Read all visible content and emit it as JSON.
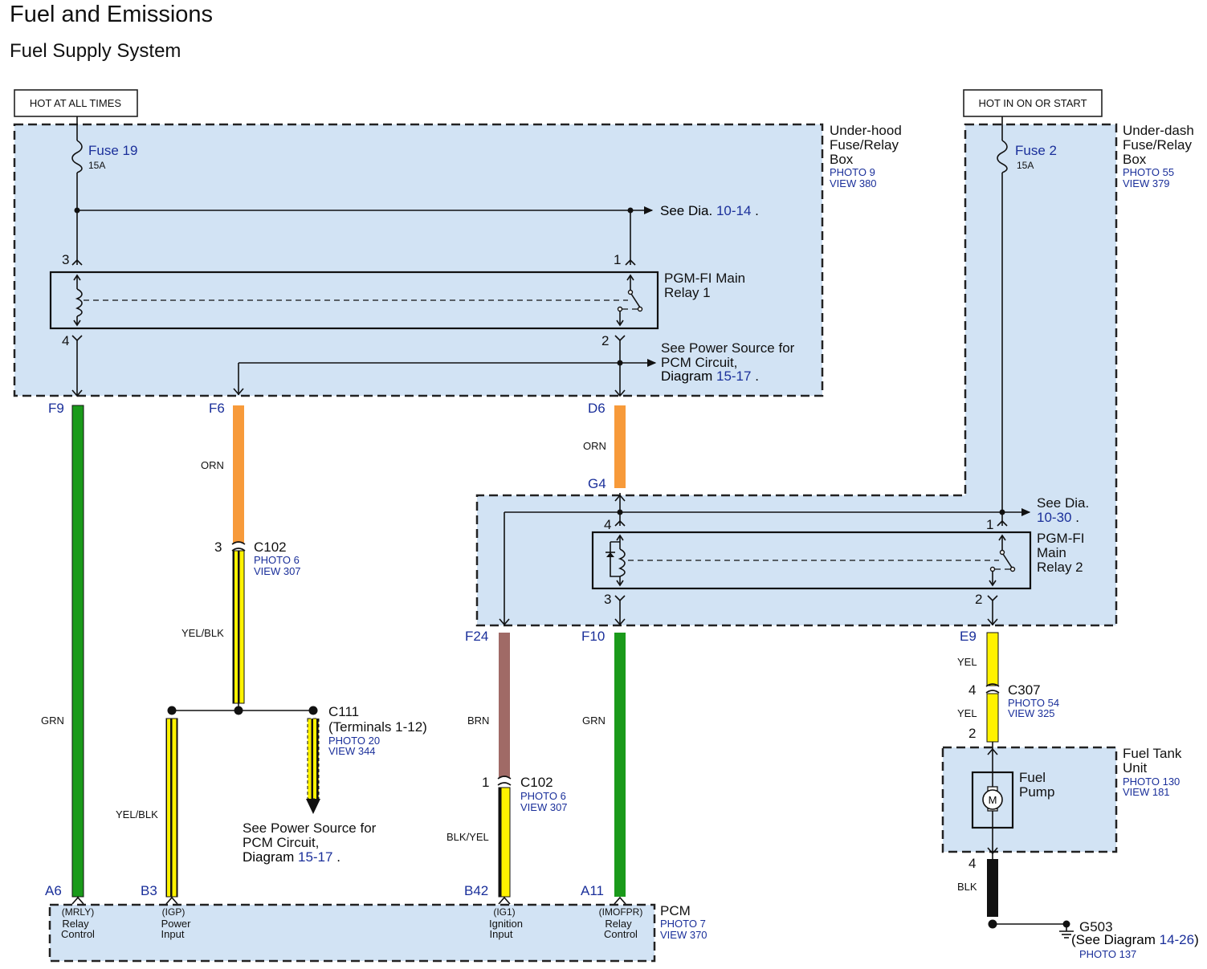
{
  "header": {
    "title": "Fuel and Emissions",
    "subtitle": "Fuel Supply System"
  },
  "power_labels": {
    "left": "HOT AT ALL TIMES",
    "right": "HOT IN ON OR START"
  },
  "underhood_box": {
    "name_lines": [
      "Under-hood",
      "Fuse/Relay",
      "Box"
    ],
    "photo": "PHOTO 9",
    "view": "VIEW 380",
    "fuse": {
      "name": "Fuse 19",
      "rating": "15A"
    },
    "see_dia_prefix": "See Dia.",
    "see_dia_ref": "10-14",
    "relay": {
      "name_lines": [
        "PGM-FI Main",
        "Relay 1"
      ],
      "pins": [
        "3",
        "1",
        "4",
        "2"
      ]
    },
    "power_source_lines": [
      "See Power Source for",
      "PCM Circuit,",
      "Diagram"
    ],
    "power_source_ref": "15-17"
  },
  "underdash_box": {
    "name_lines": [
      "Under-dash",
      "Fuse/Relay",
      "Box"
    ],
    "photo": "PHOTO 55",
    "view": "VIEW 379",
    "fuse": {
      "name": "Fuse 2",
      "rating": "15A"
    },
    "see_dia_prefix": "See Dia.",
    "see_dia_ref": "10-30",
    "relay": {
      "name_lines": [
        "PGM-FI",
        "Main",
        "Relay 2"
      ],
      "pins": [
        "4",
        "1",
        "3",
        "2"
      ]
    }
  },
  "terminals": {
    "F9": "F9",
    "F6": "F6",
    "D6": "D6",
    "G4": "G4",
    "F24": "F24",
    "F10": "F10",
    "E9": "E9",
    "A6": "A6",
    "B3": "B3",
    "B42": "B42",
    "A11": "A11"
  },
  "wire_colors": {
    "F6": "ORN",
    "D6": "ORN",
    "C102_B3": "YEL/BLK",
    "A6": "GRN",
    "B3": "YEL/BLK",
    "F24": "BRN",
    "B42": "BLK/YEL",
    "F10": "GRN",
    "E9": "YEL",
    "C307_pump": "YEL",
    "ground": "BLK"
  },
  "connectors": {
    "c102_left": {
      "name": "C102",
      "pin": "3",
      "photo": "PHOTO 6",
      "view": "VIEW 307"
    },
    "c111": {
      "name": "C111",
      "detail": "(Terminals 1-12)",
      "photo": "PHOTO 20",
      "view": "VIEW 344"
    },
    "c102_right": {
      "name": "C102",
      "pin": "1",
      "photo": "PHOTO 6",
      "view": "VIEW 307"
    },
    "c307": {
      "name": "C307",
      "pin_top": "4",
      "pin_bottom": "2",
      "photo": "PHOTO 54",
      "view": "VIEW 325"
    }
  },
  "c111_power_source": {
    "lines": [
      "See Power Source for",
      "PCM Circuit,",
      "Diagram"
    ],
    "ref": "15-17"
  },
  "fuel_tank": {
    "name_lines": [
      "Fuel Tank",
      "Unit"
    ],
    "photo": "PHOTO 130",
    "view": "VIEW 181",
    "pump_lines": [
      "Fuel",
      "Pump"
    ],
    "motor_symbol": "M",
    "pin_bottom": "4"
  },
  "ground": {
    "name": "G503",
    "see_prefix": "(See Diagram",
    "ref": "14-26",
    "suffix": ")",
    "photo": "PHOTO 137"
  },
  "pcm": {
    "name": "PCM",
    "photo": "PHOTO 7",
    "view": "VIEW 370",
    "pins": [
      {
        "code": "(MRLY)",
        "lines": [
          "Relay",
          "Control"
        ]
      },
      {
        "code": "(IGP)",
        "lines": [
          "Power",
          "Input"
        ]
      },
      {
        "code": "(IG1)",
        "lines": [
          "Ignition",
          "Input"
        ]
      },
      {
        "code": "(IMOFPR)",
        "lines": [
          "Relay",
          "Control"
        ]
      }
    ]
  },
  "colors": {
    "box_fill": "#d2e3f4",
    "reference_blue": "#1a2f9a",
    "wire_grn": "#1a9a1a",
    "wire_orn": "#f79a3a",
    "wire_yel": "#fff200",
    "wire_brn": "#a06a66",
    "wire_blk": "#111111"
  }
}
